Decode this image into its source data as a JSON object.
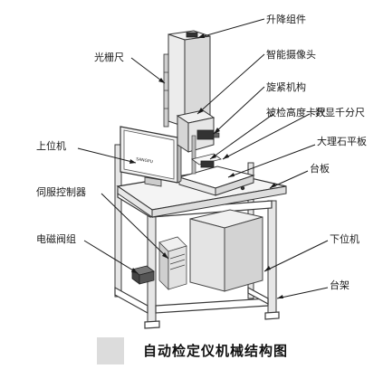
{
  "labels": {
    "lift_assembly": "升降组件",
    "grating_ruler": "光栅尺",
    "smart_camera": "智能摄像头",
    "clamp_mechanism": "旋紧机构",
    "gauge_caliper": "被检高度卡尺",
    "digital_micrometer": "数显千分尺",
    "marble_plate": "大理石平板",
    "upper_pc": "上位机",
    "base_plate": "台板",
    "servo_controller": "伺服控制器",
    "solenoid_valve": "电磁阀组",
    "lower_pc": "下位机",
    "frame_stand": "台架"
  },
  "monitor_brand": "SANGPU",
  "caption": "自动检定仪机械结构图"
}
